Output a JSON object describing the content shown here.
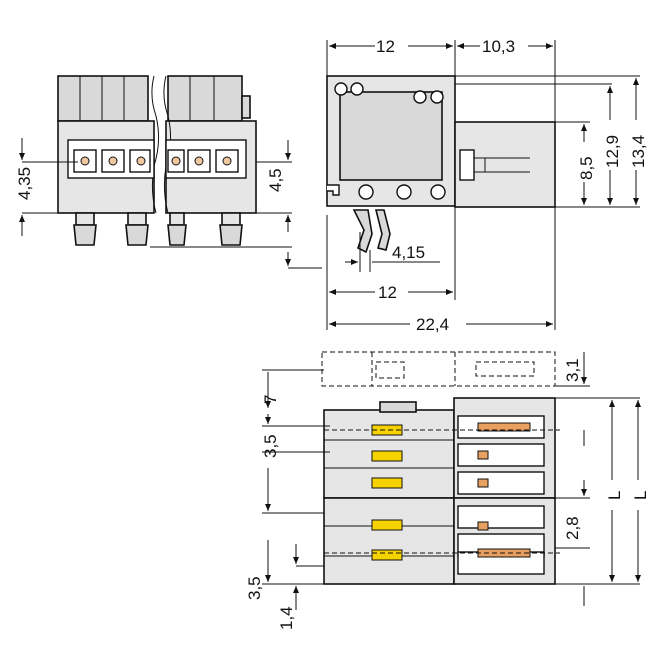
{
  "dimensions": {
    "top_width_12": "12",
    "top_width_10_3": "10,3",
    "height_12_9": "12,9",
    "height_13_4": "13,4",
    "height_8_5": "8,5",
    "left_4_35": "4,35",
    "left_4_5": "4,5",
    "pin_4_15": "4,15",
    "bottom_12": "12",
    "total_22_4": "22,4",
    "bottom_3_1": "3,1",
    "bottom_7": "7",
    "pitch_3_5": "3,5",
    "offset_2_8": "2,8",
    "pitch_3_5_b": "3,5",
    "offset_1_4": "1,4",
    "length_L1": "L",
    "length_L2": "L"
  },
  "colors": {
    "housing": "#d9d9d9",
    "contact_yellow": "#f5d200",
    "contact_orange": "#e8a060"
  }
}
